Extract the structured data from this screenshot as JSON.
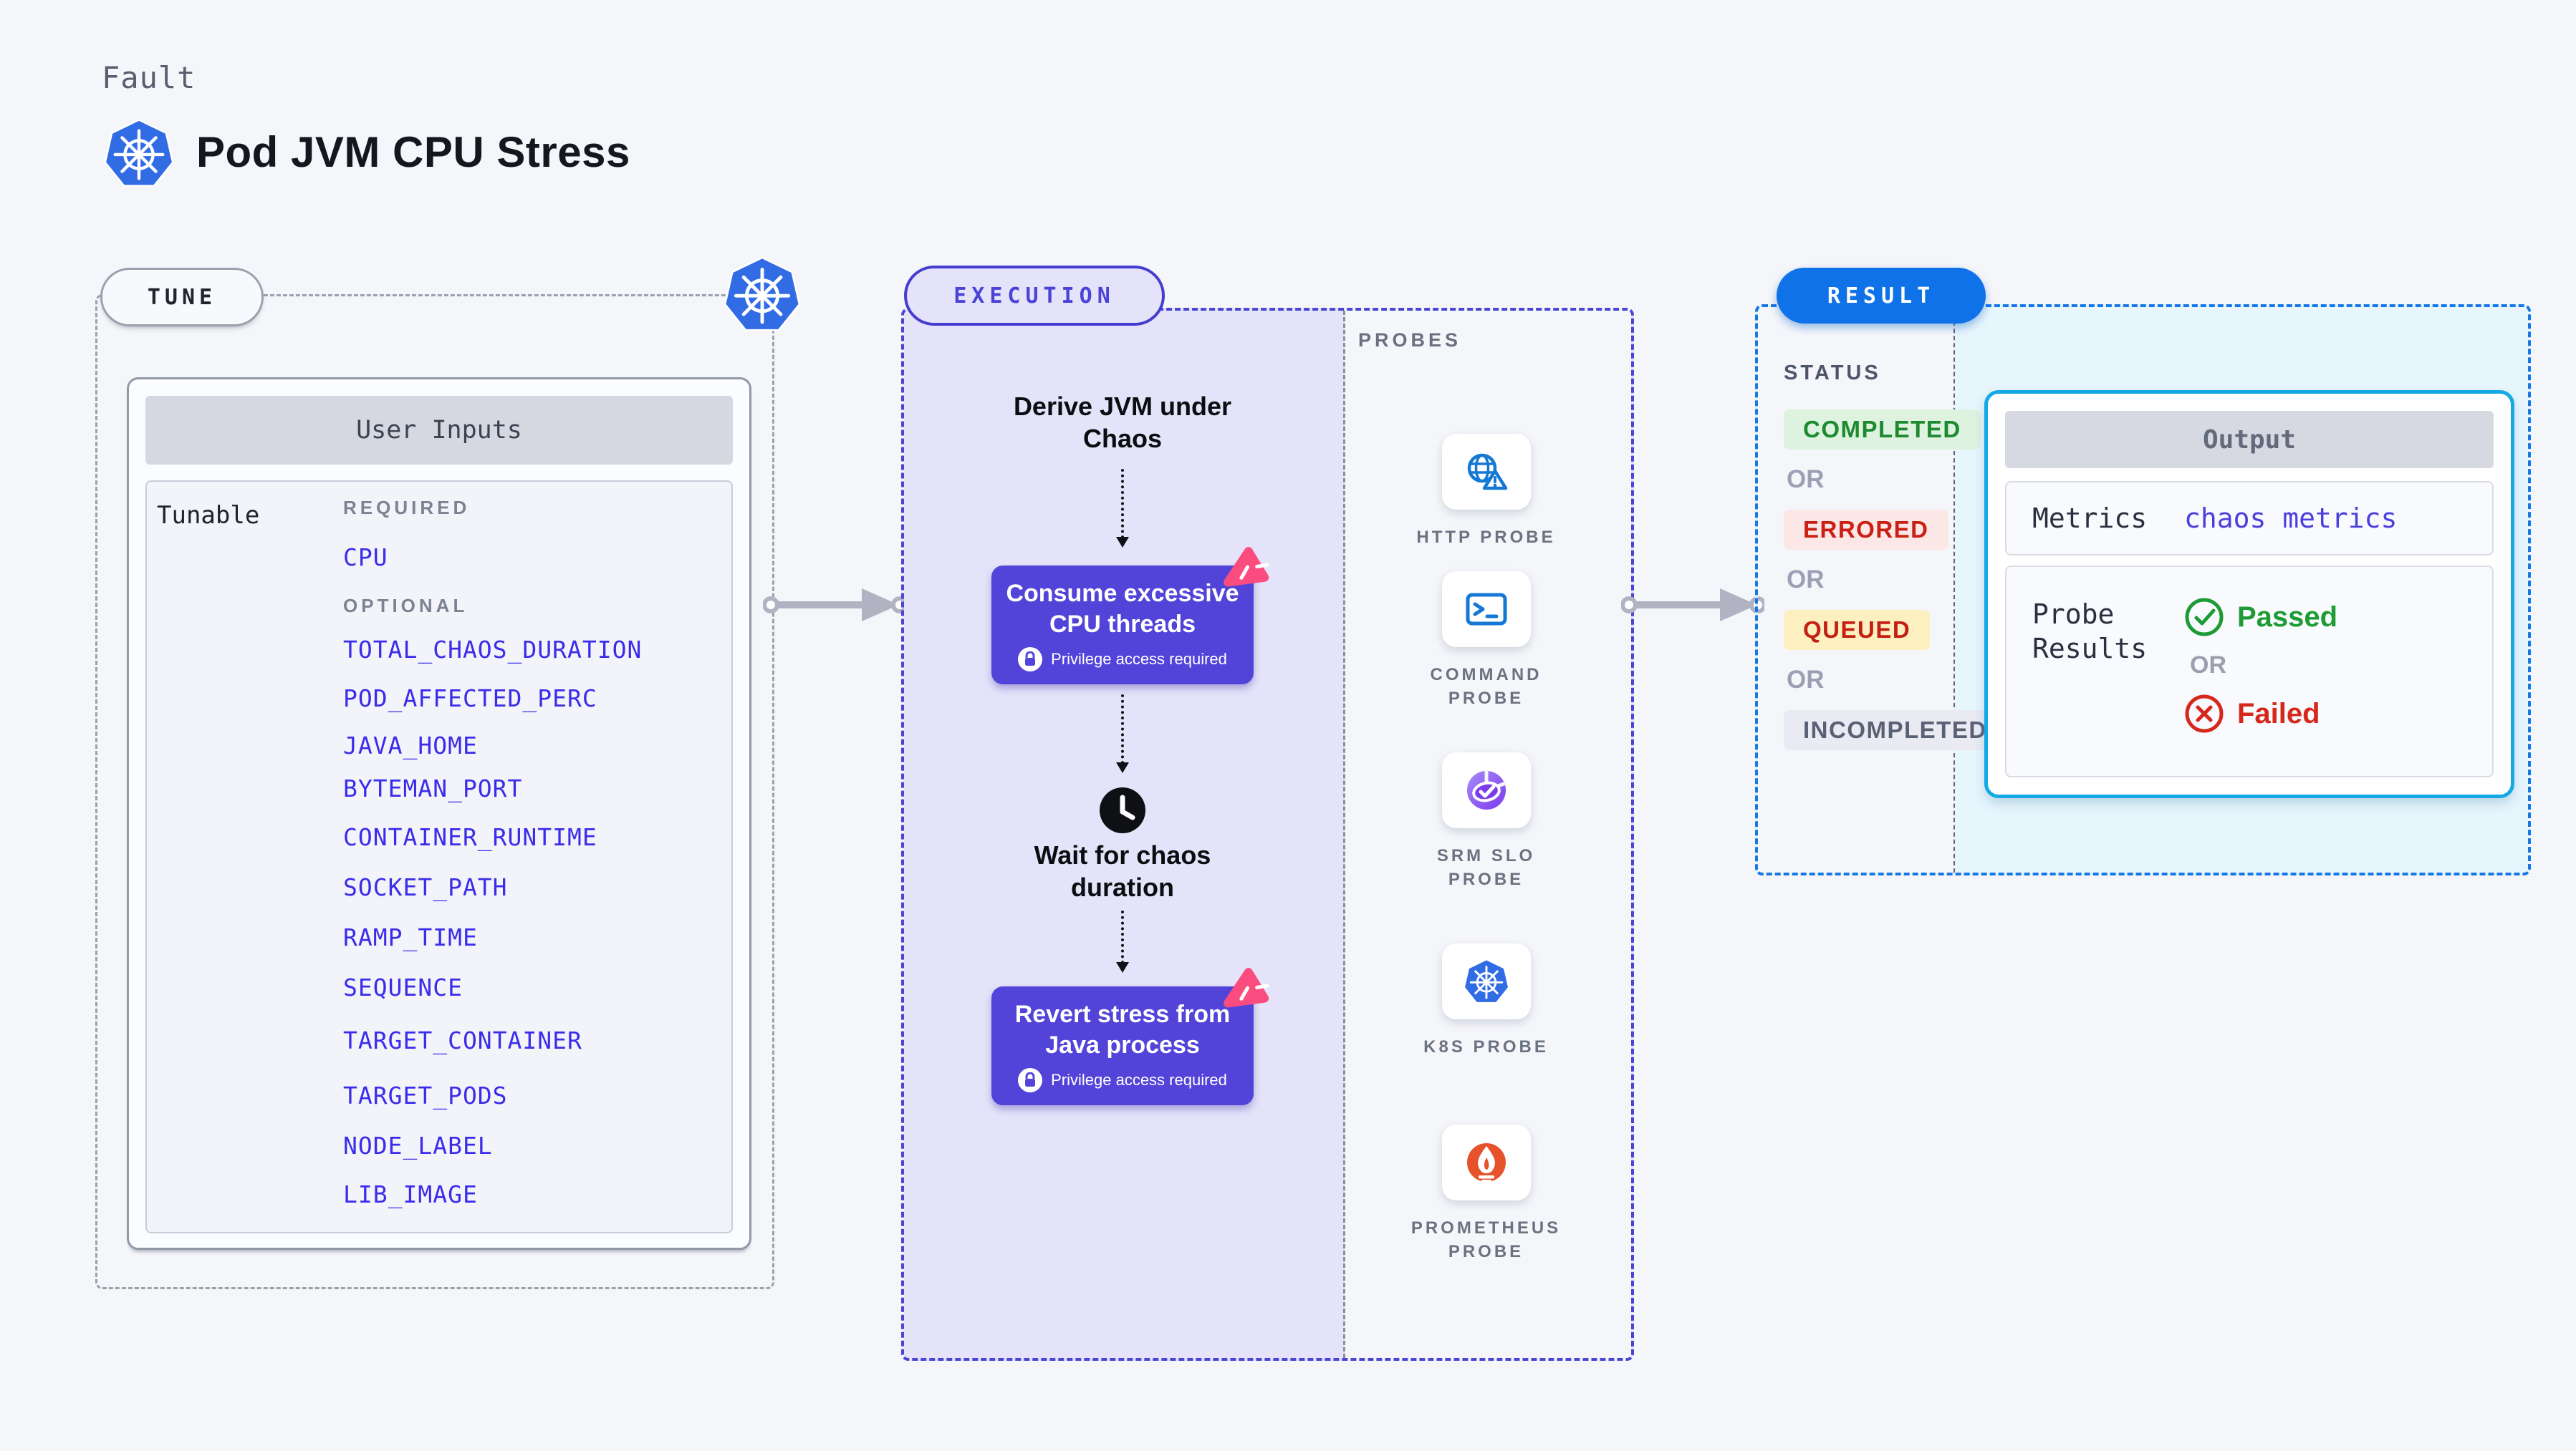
{
  "header": {
    "fault_label": "Fault",
    "title": "Pod JVM CPU Stress",
    "icon": "kubernetes-logo"
  },
  "tune": {
    "pill_label": "TUNE",
    "card_title": "User Inputs",
    "tunable_label": "Tunable",
    "required_label": "REQUIRED",
    "required_params": [
      "CPU"
    ],
    "optional_label": "OPTIONAL",
    "optional_params": [
      "TOTAL_CHAOS_DURATION",
      "POD_AFFECTED_PERC",
      "JAVA_HOME",
      "BYTEMAN_PORT",
      "CONTAINER_RUNTIME",
      "SOCKET_PATH",
      "RAMP_TIME",
      "SEQUENCE",
      "TARGET_CONTAINER",
      "TARGET_PODS",
      "NODE_LABEL",
      "LIB_IMAGE"
    ],
    "corner_icon": "kubernetes-icon"
  },
  "execution": {
    "pill_label": "EXECUTION",
    "step1": "Derive JVM under Chaos",
    "chaos_step": "Consume excessive CPU threads",
    "privilege_label": "Privilege access required",
    "wait_step": "Wait for chaos duration",
    "revert_step": "Revert stress from Java process",
    "step_icons": [
      "chaos-pink-icon",
      "lock-icon",
      "clock-icon"
    ]
  },
  "probes": {
    "label": "PROBES",
    "items": [
      {
        "label": "HTTP PROBE",
        "icon": "globe-warning-icon"
      },
      {
        "label": "COMMAND PROBE",
        "icon": "terminal-icon"
      },
      {
        "label": "SRM SLO PROBE",
        "icon": "slo-pie-icon"
      },
      {
        "label": "K8S PROBE",
        "icon": "kubernetes-icon"
      },
      {
        "label": "PROMETHEUS PROBE",
        "icon": "prometheus-icon"
      }
    ]
  },
  "result": {
    "pill_label": "RESULT",
    "status_label": "STATUS",
    "or_label": "OR",
    "statuses": [
      {
        "label": "COMPLETED",
        "fg": "#1d8a2f",
        "bg": "#ddf2df",
        "style": "color:#1d8a2f;background:#ddf2df"
      },
      {
        "label": "ERRORED",
        "fg": "#cb1f15",
        "bg": "#fbe7e5",
        "style": "color:#cb1f15;background:#fbe7e5"
      },
      {
        "label": "QUEUED",
        "fg": "#c41f12",
        "bg": "#fcefc0",
        "style": "color:#c41f12;background:#fcefc0"
      },
      {
        "label": "INCOMPLETED",
        "fg": "#5a6175",
        "bg": "#e9eaf2",
        "style": "color:#5a6175;background:#e9eaf2"
      }
    ],
    "output": {
      "title": "Output",
      "metrics_label": "Metrics",
      "metrics_value": "chaos metrics",
      "probe_results_label": "Probe Results",
      "passed_label": "Passed",
      "failed_label": "Failed",
      "passed_icon": "check-circle-icon",
      "failed_icon": "x-circle-icon"
    }
  },
  "colors": {
    "page_bg": "#f5f6fa",
    "param_blue": "#3a2cea",
    "execution_indigo": "#4a46d3",
    "execution_fill": "#e4e3f9",
    "step_box_purple": "#5244d9",
    "chaos_pink": "#fa4c7f",
    "result_blue": "#0f72e8",
    "result_fill": "#e7f5fc",
    "output_border_cyan": "#14a9e4",
    "kubernetes_blue": "#326ce5",
    "prometheus_orange": "#e6522c",
    "passed_green": "#1e9b35",
    "failed_red": "#d5281b"
  }
}
